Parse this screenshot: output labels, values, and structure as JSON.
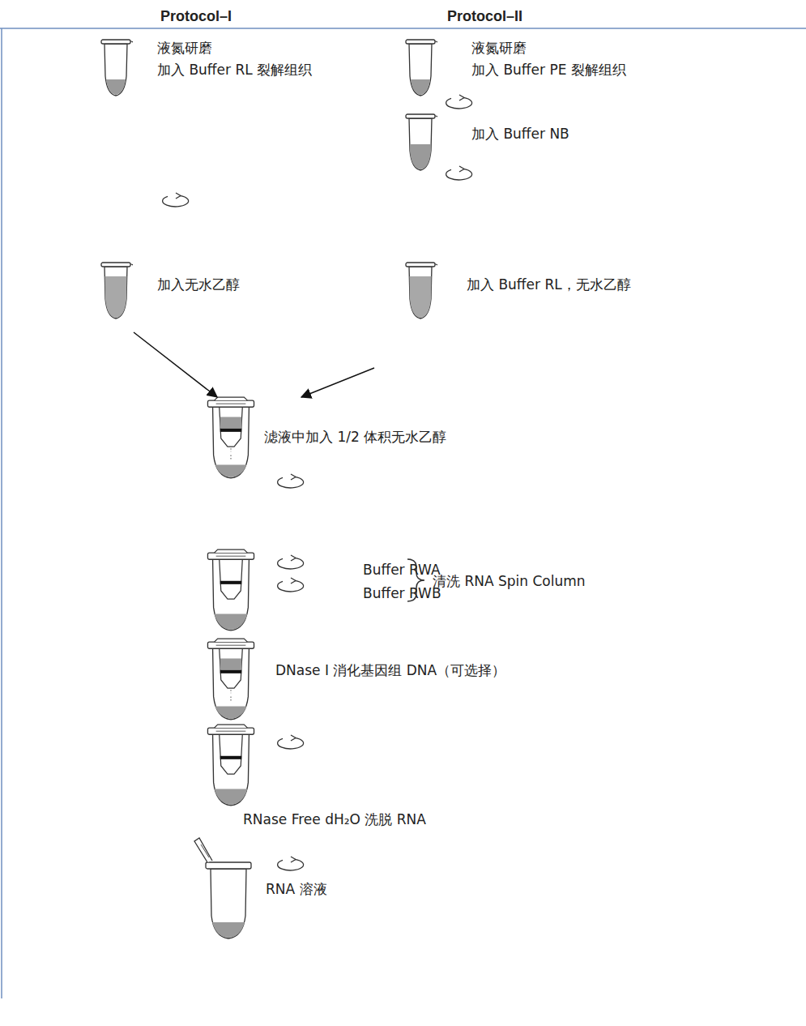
{
  "diagram": {
    "nodes": [
      {
        "text": [
          "液氮研磨",
          "加入 Buffer RL 裂解组织"
        ]
      },
      {
        "text": [
          "液氮研磨",
          "加入 Buffer PE 裂解组织"
        ]
      },
      {
        "text": [
          "加入 Buffer NB"
        ]
      },
      {
        "text": [
          "加入无水乙醇"
        ]
      },
      {
        "text": [
          "加入 Buffer RL，无水乙醇"
        ]
      },
      {
        "text": [
          "滤液中加入 1/2 体积无水乙醇"
        ]
      },
      {
        "text": [
          "DNase I 消化基因组 DNA（可选择）"
        ]
      }
    ],
    "edges": [
      {
        "from": 3,
        "to": 5,
        "arrow": "to"
      },
      {
        "from": 4,
        "to": 5,
        "arrow": "to"
      }
    ],
    "labels": [
      "Protocol–I",
      "Protocol–II",
      "Buffer RWA",
      "Buffer RWB",
      "清洗 RNA Spin Column",
      "RNase Free dH₂O 洗脱 RNA",
      "RNA 溶液"
    ]
  }
}
